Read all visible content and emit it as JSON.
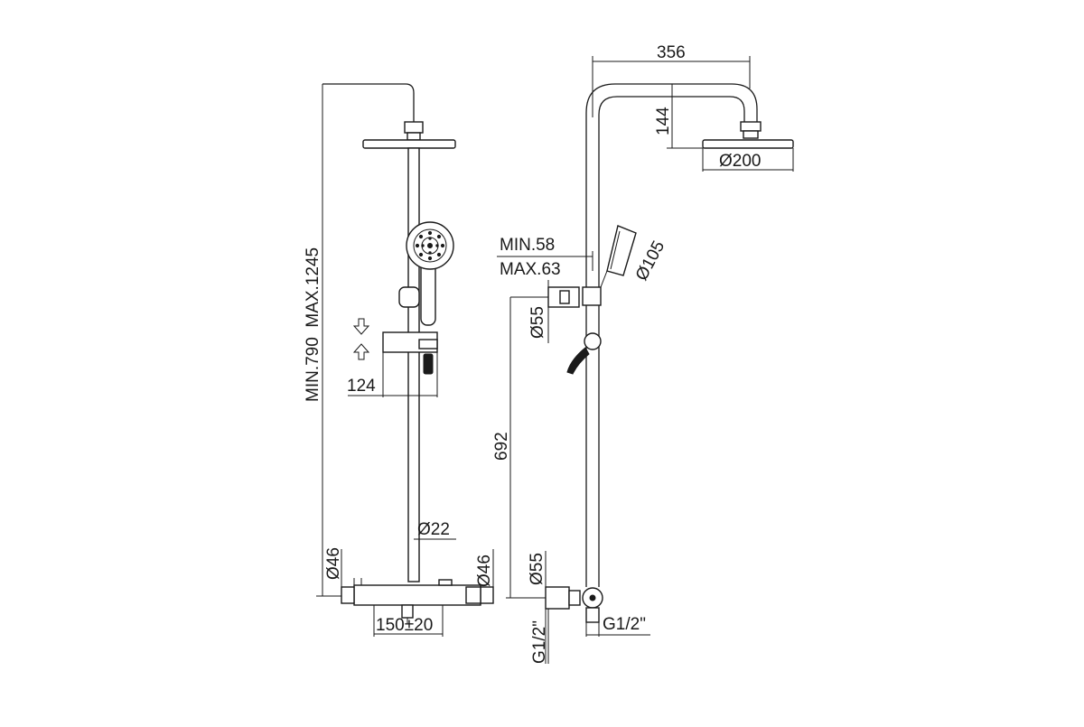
{
  "front_view": {
    "total_height_label": "MIN.790  MAX.1245",
    "holder_spacing_label": "124",
    "rail_diameter_label": "Ø22",
    "left_inlet_label": "Ø46",
    "right_inlet_label": "Ø46",
    "inlet_spacing_label": "150±20"
  },
  "side_view": {
    "arm_length_label": "356",
    "arm_height_label": "144",
    "head_diameter_label": "Ø200",
    "min_distance_label": "MIN.58",
    "max_distance_label": "MAX.63",
    "hand_shower_diameter_label": "Ø105",
    "upper_bracket_label": "Ø55",
    "bracket_spacing_label": "692",
    "lower_bracket_label": "Ø55",
    "left_thread_label": "G1/2\"",
    "right_thread_label": "G1/2\""
  },
  "colors": {
    "line": "#1a1a1a",
    "background": "#ffffff"
  }
}
